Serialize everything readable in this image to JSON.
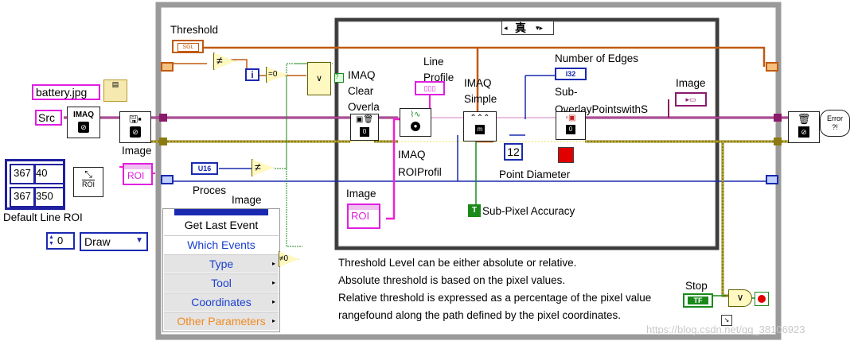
{
  "labels": {
    "threshold": "Threshold",
    "file_const": "battery.jpg",
    "src_const": "Src",
    "image_left": "Image",
    "default_line_roi": "Default Line ROI",
    "roi_values": [
      "367",
      "40",
      "367",
      "350"
    ],
    "roi_left": "ROI",
    "u16": "U16",
    "proces": "Proces",
    "image_mid": "Image",
    "numeric_zero": "0",
    "draw_enum": "Draw",
    "i_const": "i",
    "case_selector": "真",
    "imaq_clear_overlay": "IMAQ\nClear\nOverla",
    "line_profile": "Line\nProfile",
    "imaq_simple": "IMAQ\nSimple",
    "number_of_edges": "Number of Edges",
    "i32": "I32",
    "sub_overlay": "Sub-\nOverlayPointswithS",
    "image_right": "Image",
    "imaq_roiprofile": "IMAQ\nROIProfil",
    "point_diameter_val": "12",
    "point_diameter": "Point Diameter",
    "image_case": "Image",
    "roi_case": "ROI",
    "sub_pixel_accuracy": "Sub-Pixel Accuracy",
    "t_const": "T",
    "stop": "Stop",
    "tf": "TF",
    "imaq_block": "IMAQ",
    "error_label": "Error\n?!"
  },
  "event_menu": {
    "items": [
      {
        "label": "Get Last Event",
        "color": "#000000",
        "arrow": false
      },
      {
        "label": "Which Events",
        "color": "#1a40d0",
        "arrow": false
      },
      {
        "label": "Type",
        "color": "#1a40d0",
        "arrow": true
      },
      {
        "label": "Tool",
        "color": "#1a40d0",
        "arrow": true
      },
      {
        "label": "Coordinates",
        "color": "#1a40d0",
        "arrow": true
      },
      {
        "label": "Other Parameters",
        "color": "#f08a20",
        "arrow": true
      }
    ]
  },
  "comment": {
    "lines": [
      "Threshold Level can be either absolute or relative.",
      "Absolute threshold is based on the pixel values.",
      "Relative threshold is expressed as a percentage of the pixel value",
      "rangefound along the path defined by the pixel coordinates."
    ]
  },
  "watermark": "https://blog.csdn.net/qq_38106923",
  "colors": {
    "wire_purple": "#8a1a6a",
    "wire_olive": "#8a7a10",
    "wire_blue": "#1a2ab0",
    "wire_orange": "#c05a10",
    "wire_green": "#107a10",
    "wire_pink": "#f020d0",
    "loop_border": "#888888",
    "case_border": "#404040"
  }
}
